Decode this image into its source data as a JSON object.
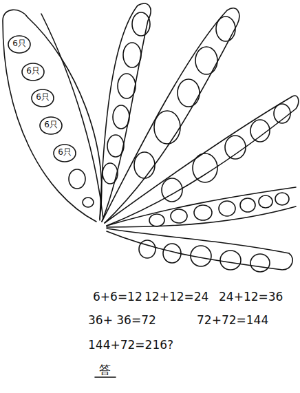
{
  "diagram": {
    "nodes": [
      {
        "text": [
          "6只"
        ]
      },
      {
        "text": [
          "6只"
        ]
      },
      {
        "text": [
          "6只"
        ]
      },
      {
        "text": [
          "6只"
        ]
      },
      {
        "text": [
          "6只"
        ]
      }
    ],
    "labels": [
      "6+6=12",
      "12+12=24",
      "24+12=36",
      "36+ 36=72",
      "72+72=144",
      "144+72=216?",
      "答"
    ]
  }
}
